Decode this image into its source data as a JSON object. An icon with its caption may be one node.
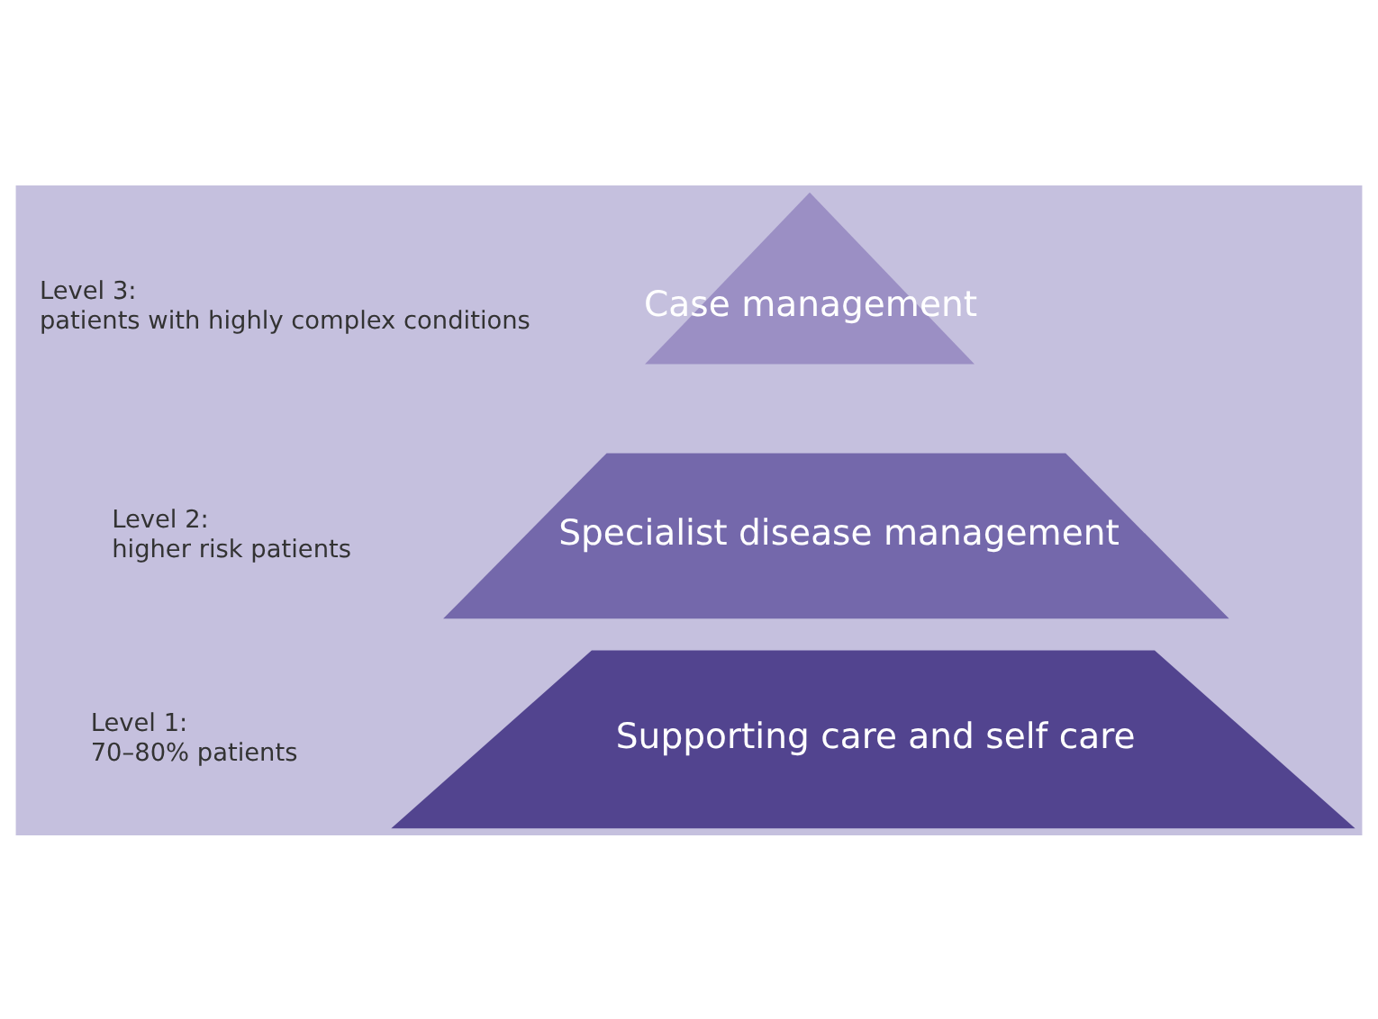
{
  "diagram": {
    "nodes": [
      {
        "text": [
          "Case management"
        ],
        "beside": [
          "Level 3:",
          "patients with highly complex conditions"
        ]
      },
      {
        "text": [
          "Specialist disease management"
        ],
        "beside": [
          "Level 2:",
          "higher risk patients"
        ]
      },
      {
        "text": [
          "Supporting care and self care"
        ],
        "beside": [
          "Level 1:",
          "70–80% patients"
        ]
      }
    ]
  }
}
